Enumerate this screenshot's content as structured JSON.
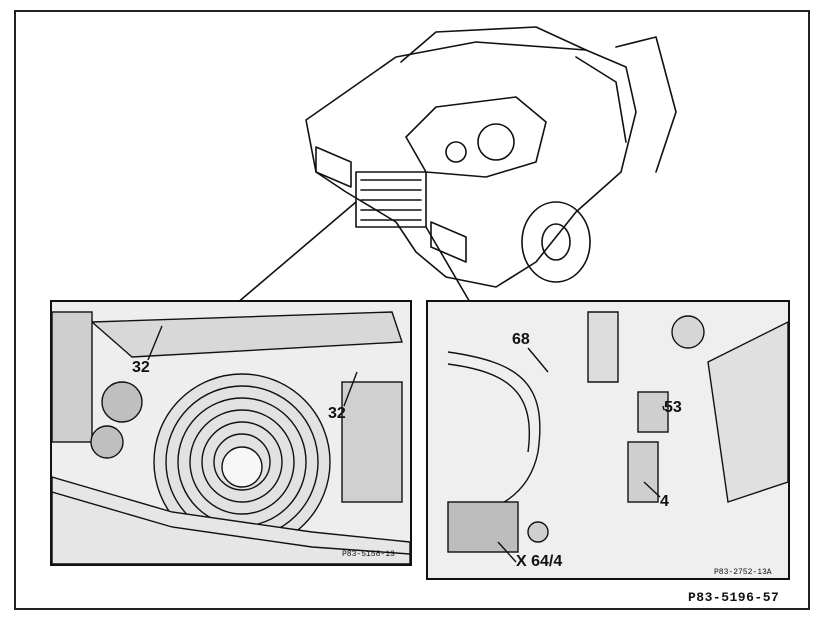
{
  "figure": {
    "main_code": "P83-5196-57",
    "colors": {
      "ink": "#111111",
      "paper": "#ffffff",
      "shade": "#cfcfcf"
    }
  },
  "overview": {
    "icon": "car-engine-bay-icon"
  },
  "left_panel": {
    "callouts": [
      "32",
      "32"
    ],
    "code": "P83-5158-13",
    "icon": "radiator-fan-icon"
  },
  "right_panel": {
    "callouts": [
      "68",
      "53",
      "4",
      "X 64/4"
    ],
    "code": "P83-2752-13A",
    "icon": "connector-detail-icon"
  }
}
